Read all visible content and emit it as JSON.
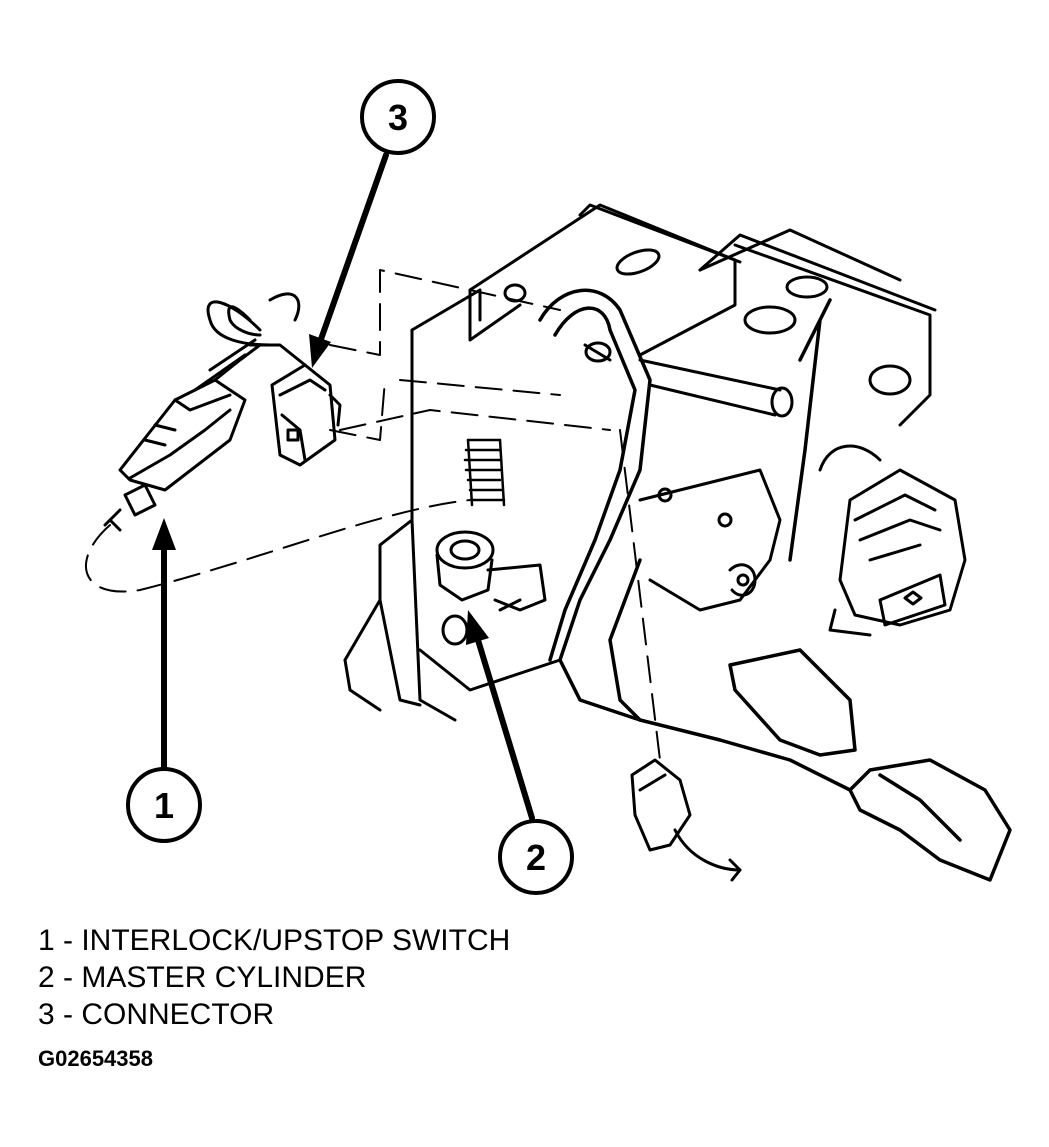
{
  "callouts": [
    {
      "number": "1",
      "part": "INTERLOCK/UPSTOP SWITCH"
    },
    {
      "number": "2",
      "part": "MASTER CYLINDER"
    },
    {
      "number": "3",
      "part": "CONNECTOR"
    }
  ],
  "legend": [
    {
      "text": "1 - INTERLOCK/UPSTOP SWITCH"
    },
    {
      "text": "2 - MASTER CYLINDER"
    },
    {
      "text": "3 - CONNECTOR"
    }
  ],
  "figure_id": "G02654358",
  "colors": {
    "line": "#000000",
    "background": "#ffffff"
  }
}
